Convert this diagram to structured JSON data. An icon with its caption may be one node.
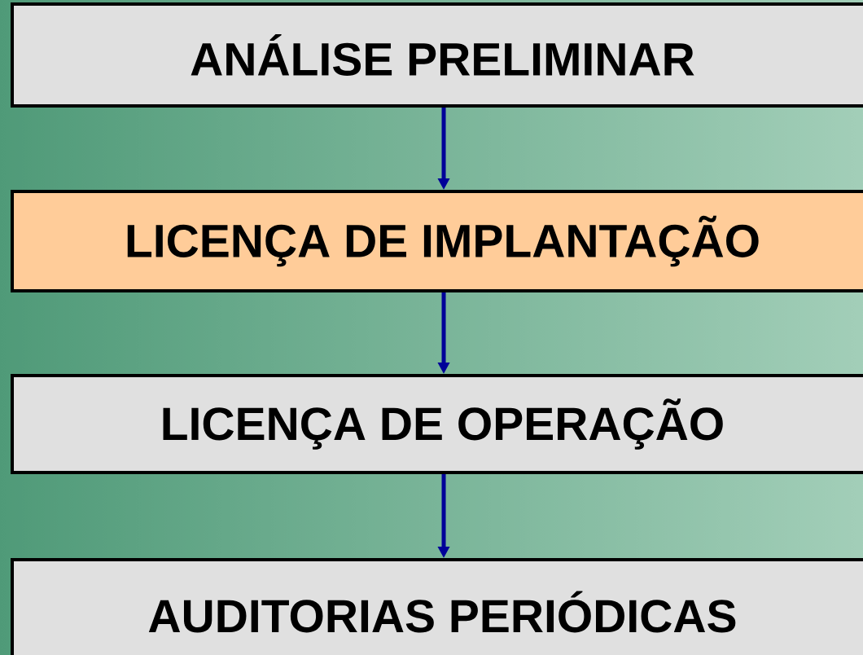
{
  "diagram": {
    "nodes": [
      {
        "text": [
          "ANÁLISE PRELIMINAR"
        ]
      },
      {
        "text": [
          "LICENÇA DE IMPLANTAÇÃO"
        ]
      },
      {
        "text": [
          "LICENÇA DE OPERAÇÃO"
        ]
      },
      {
        "text": [
          "AUDITORIAS PERIÓDICAS"
        ]
      }
    ],
    "edges": [
      {
        "from": 0,
        "to": 1,
        "arrow": "to"
      },
      {
        "from": 1,
        "to": 2,
        "arrow": "to"
      },
      {
        "from": 2,
        "to": 3,
        "arrow": "to"
      }
    ]
  }
}
